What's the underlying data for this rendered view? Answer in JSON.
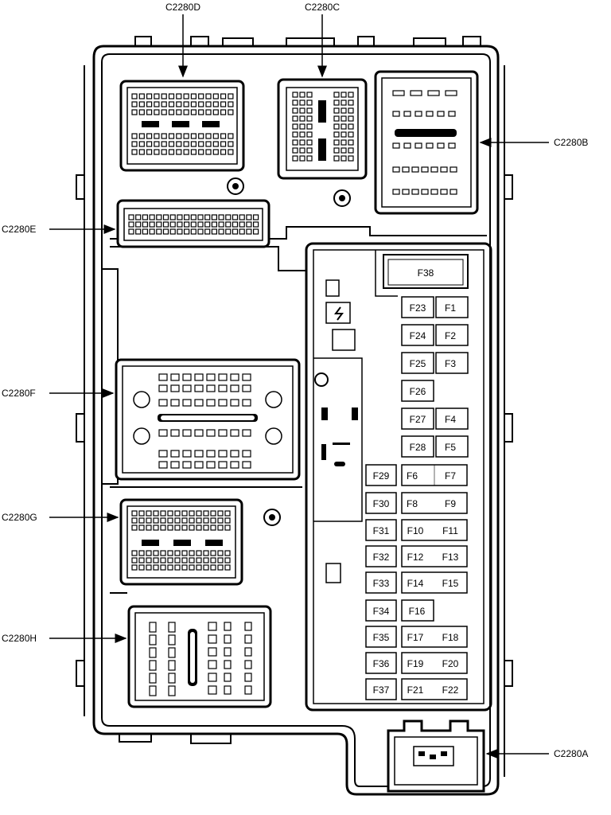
{
  "connectors": {
    "c2280a": "C2280A",
    "c2280b": "C2280B",
    "c2280c": "C2280C",
    "c2280d": "C2280D",
    "c2280e": "C2280E",
    "c2280f": "C2280F",
    "c2280g": "C2280G",
    "c2280h": "C2280H"
  },
  "fuses": {
    "f1": "F1",
    "f2": "F2",
    "f3": "F3",
    "f4": "F4",
    "f5": "F5",
    "f6": "F6",
    "f7": "F7",
    "f8": "F8",
    "f9": "F9",
    "f10": "F10",
    "f11": "F11",
    "f12": "F12",
    "f13": "F13",
    "f14": "F14",
    "f15": "F15",
    "f16": "F16",
    "f17": "F17",
    "f18": "F18",
    "f19": "F19",
    "f20": "F20",
    "f21": "F21",
    "f22": "F22",
    "f23": "F23",
    "f24": "F24",
    "f25": "F25",
    "f26": "F26",
    "f27": "F27",
    "f28": "F28",
    "f29": "F29",
    "f30": "F30",
    "f31": "F31",
    "f32": "F32",
    "f33": "F33",
    "f34": "F34",
    "f35": "F35",
    "f36": "F36",
    "f37": "F37",
    "f38": "F38"
  }
}
